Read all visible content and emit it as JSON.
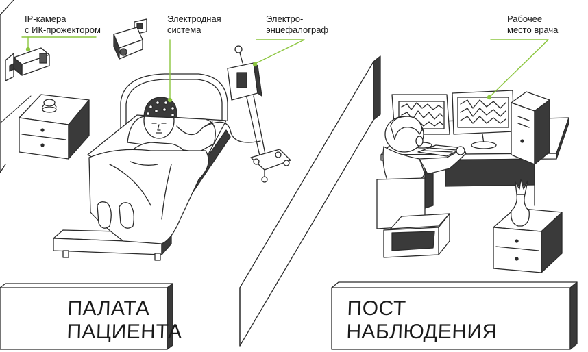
{
  "callouts": {
    "camera": "IP-камера\nс ИК-прожектором",
    "electrodes": "Электродная\nсистема",
    "eeg": "Электро-\nэнцефалограф",
    "workstation": "Рабочее\nместо врача"
  },
  "rooms": {
    "patient": "ПАЛАТА\nПАЦИЕНТА",
    "observation": "ПОСТ\nНАБЛЮДЕНИЯ"
  },
  "colors": {
    "leader": "#8cc63f",
    "line": "#2b2b2b",
    "shadow": "#3a3a3a",
    "fill": "#ffffff"
  }
}
